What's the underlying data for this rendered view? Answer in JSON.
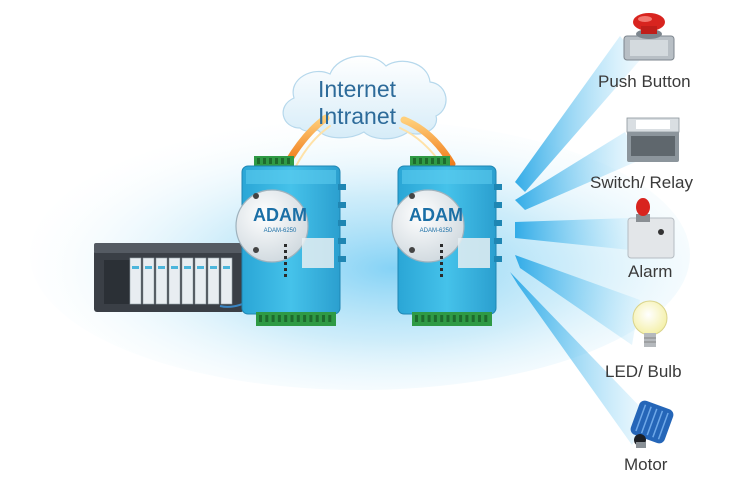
{
  "cloud": {
    "line1": "Internet",
    "line2": "Intranet"
  },
  "modules": [
    {
      "brand": "ADAM",
      "model": "ADAM-6250"
    },
    {
      "brand": "ADAM",
      "model": "ADAM-6250"
    }
  ],
  "devices": [
    {
      "label": "Push Button",
      "icon": "push-button-icon"
    },
    {
      "label": "Switch/ Relay",
      "icon": "relay-icon"
    },
    {
      "label": "Alarm",
      "icon": "alarm-light-icon"
    },
    {
      "label": "LED/ Bulb",
      "icon": "light-bulb-icon"
    },
    {
      "label": "Motor",
      "icon": "motor-icon"
    }
  ],
  "colors": {
    "module_body": "#36b6e2",
    "connector": "#2f9a45",
    "beam": "#4fc0ee",
    "cloud_text": "#2d6b9a",
    "link_arc": "#f08a24"
  }
}
